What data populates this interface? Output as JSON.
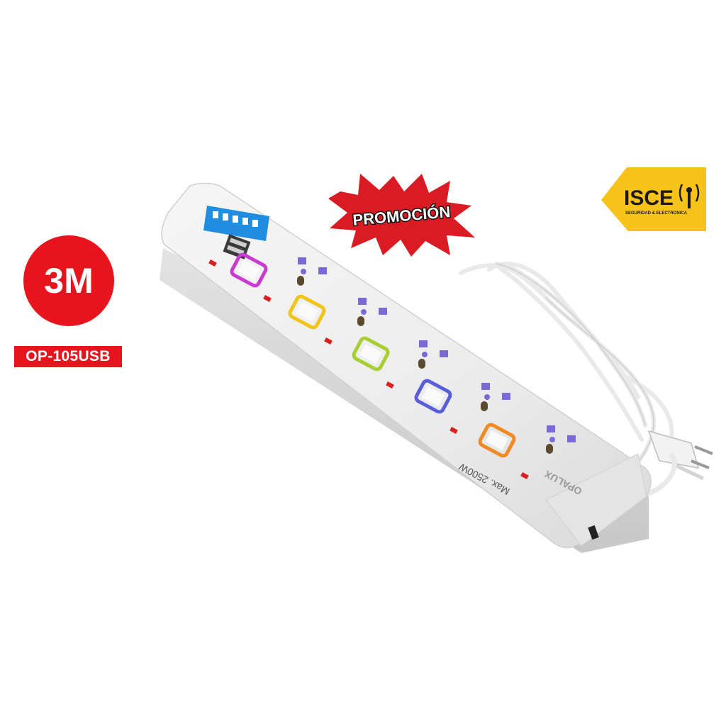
{
  "badge": {
    "text": "3M",
    "color": "#e8141d"
  },
  "model": {
    "text": "OP-105USB",
    "color": "#e8141d"
  },
  "promo": {
    "text": "PROMOCIÓN",
    "burst_color": "#d91c24",
    "text_color": "#ffffff",
    "outline_color": "#111111"
  },
  "brand": {
    "name": "ISCE",
    "tagline": "SEGURIDAD & ELECTRONICA",
    "color": "#f7c31a"
  },
  "product": {
    "plate_brand": "OPALUX",
    "rating_text": "Max. 2500W",
    "switch_colors": [
      "#c83bd1",
      "#f0c419",
      "#a8cf32",
      "#5a5fd8",
      "#f08a24"
    ],
    "outlet_color": "#7b6ad6",
    "usb_label_color": "#1f8de0"
  }
}
